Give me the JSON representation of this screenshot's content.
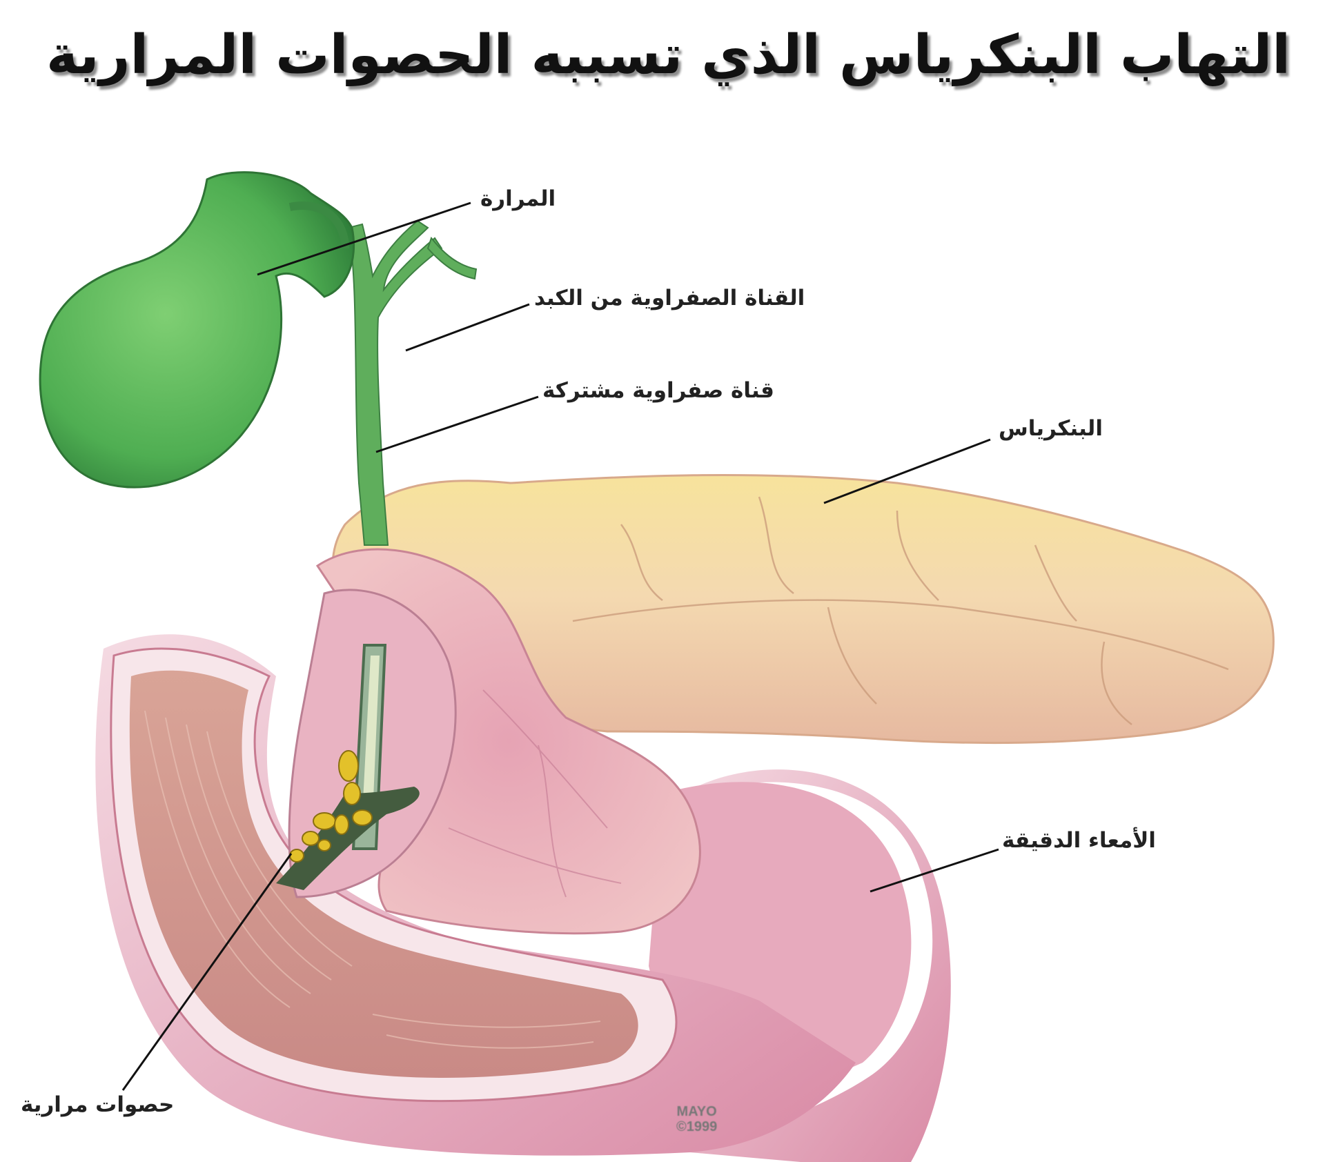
{
  "title": "التهاب البنكرياس الذي تسببه الحصوات المرارية",
  "labels": {
    "gallbladder": "المرارة",
    "hepatic_duct": "القناة الصفراوية من الكبد",
    "common_bile_duct": "قناة صفراوية مشتركة",
    "pancreas": "البنكرياس",
    "small_intestine": "الأمعاء الدقيقة",
    "gallstones": "حصوات مرارية"
  },
  "credit": {
    "brand": "MAYO",
    "year": "©1999"
  },
  "colors": {
    "gallbladder": "#5cb85a",
    "pancreas": "#f2d7a4",
    "intestine": "#e3a7b9"
  }
}
